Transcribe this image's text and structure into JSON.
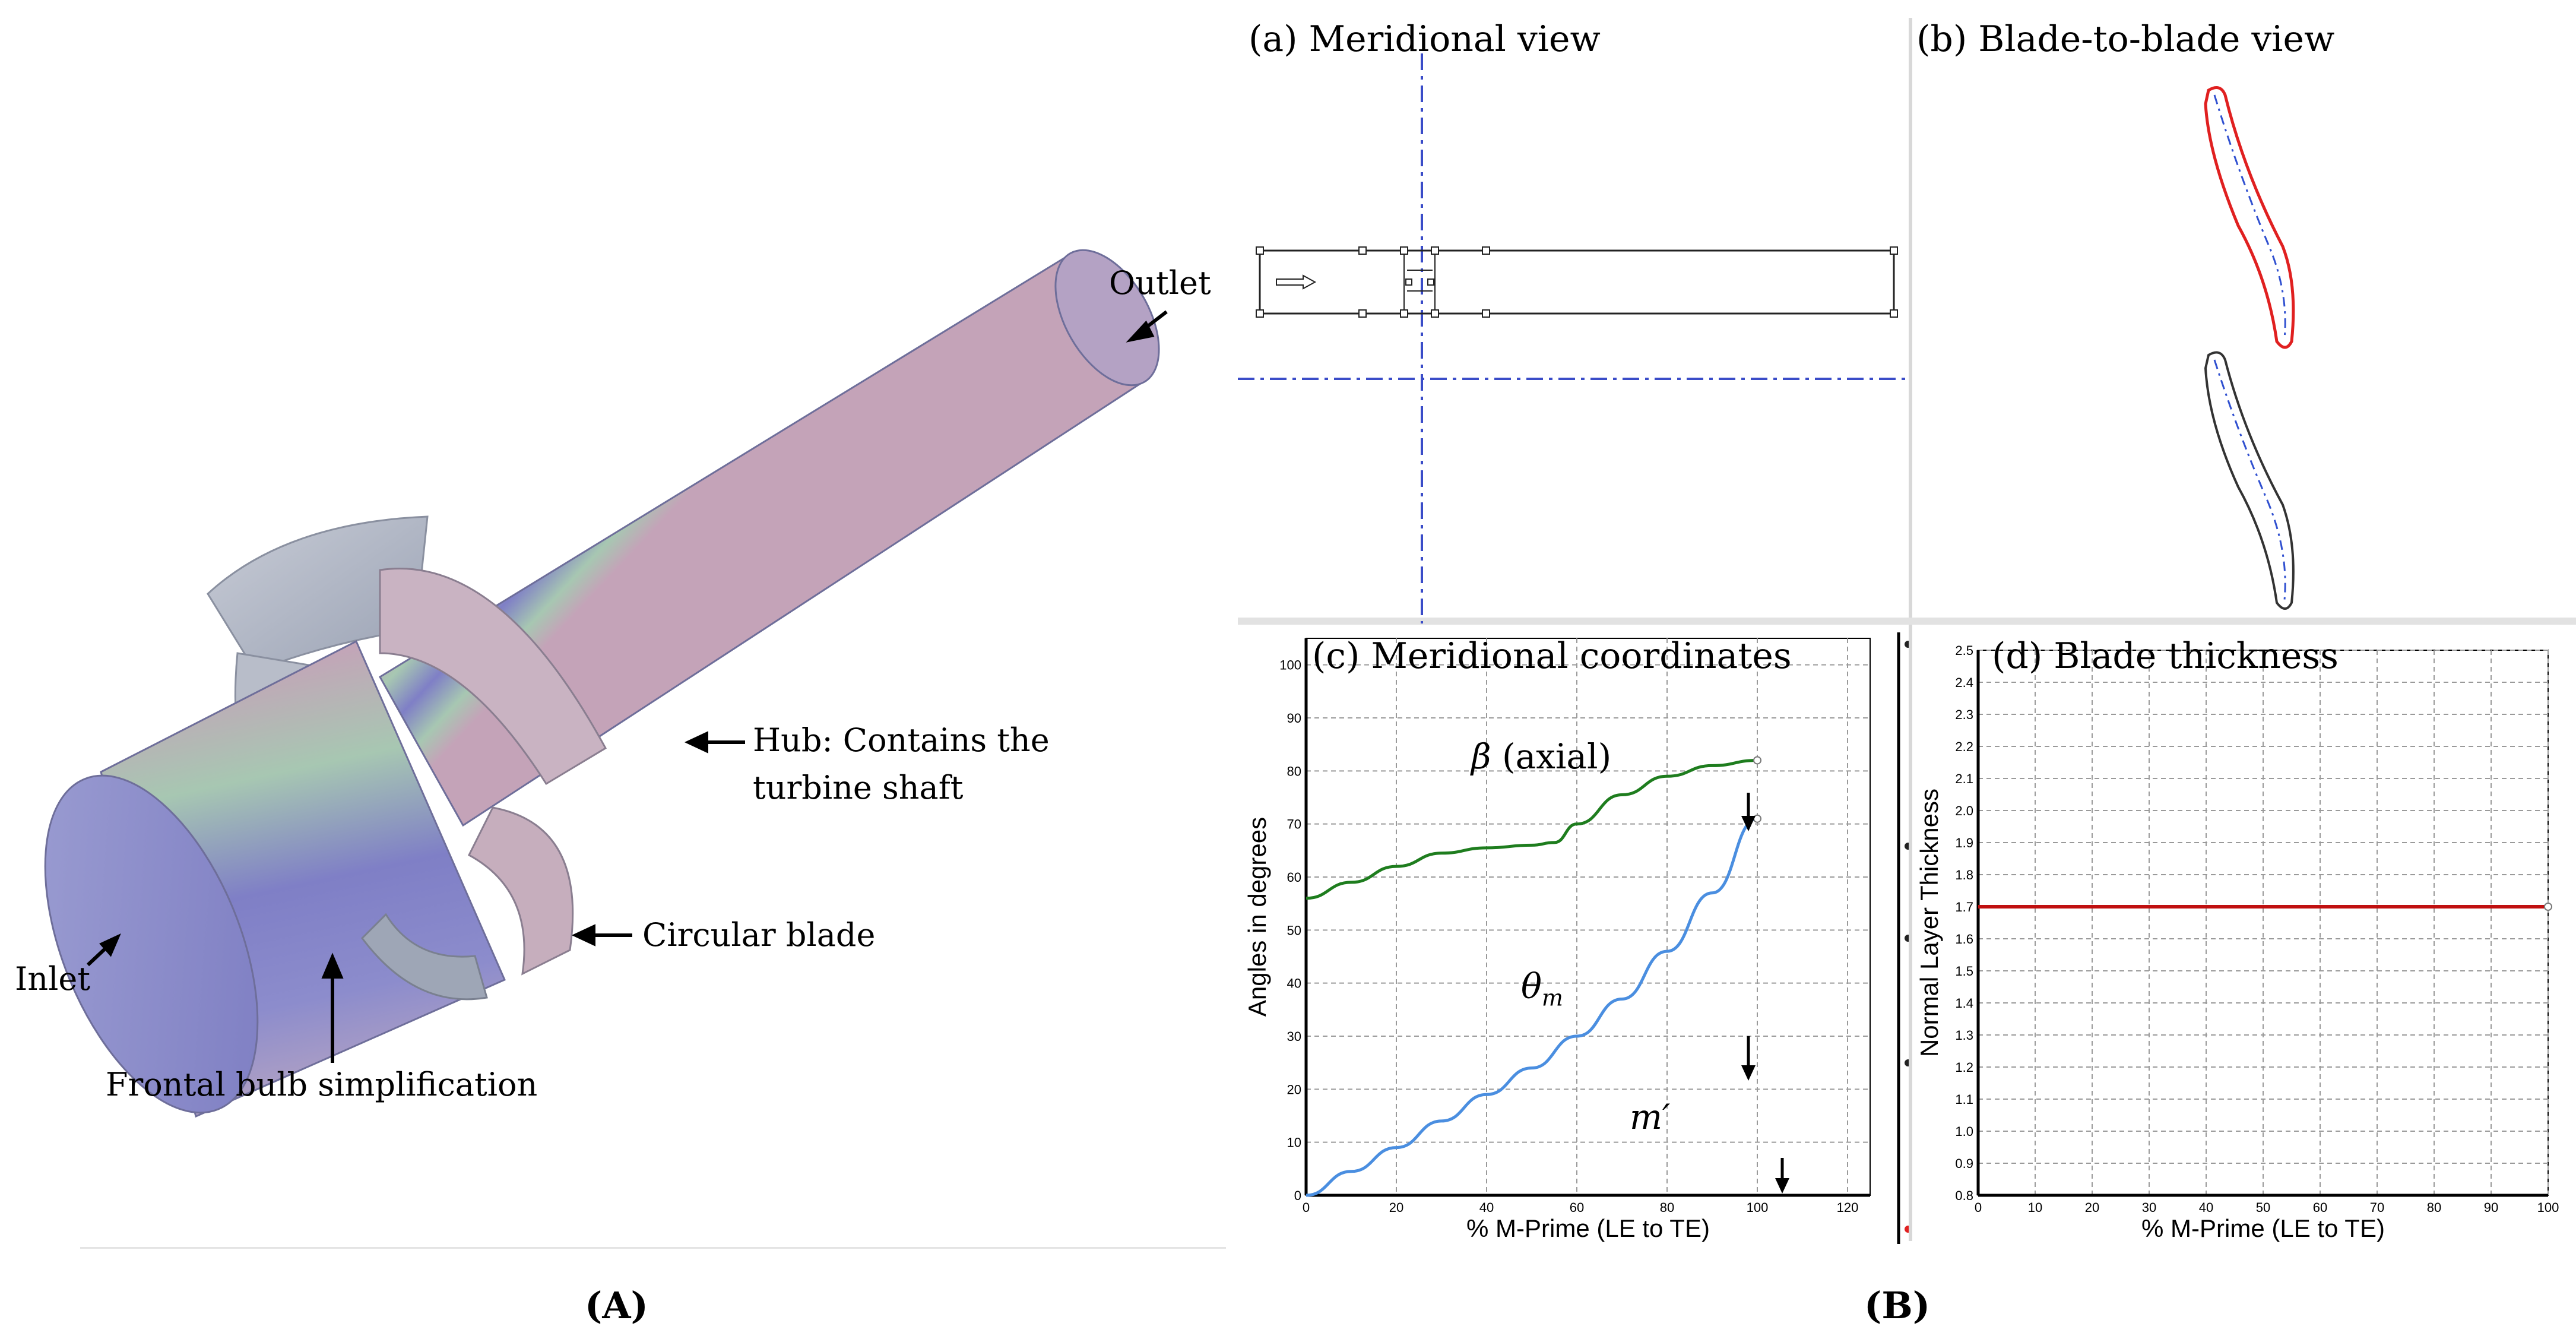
{
  "panel_a": {
    "label": "(A)",
    "callouts": {
      "outlet": "Outlet",
      "hub_line1": "Hub: Contains the",
      "hub_line2": "turbine shaft",
      "circular_blade": "Circular blade",
      "inlet": "Inlet",
      "bulb": "Frontal bulb simplification"
    },
    "colors": {
      "shaft_mid": "#7f7fc6",
      "shaft_pink": "#c4a3b8",
      "shaft_green": "#a7c7b2",
      "blade": "#aeb4c2"
    }
  },
  "panel_b": {
    "label": "(B)",
    "meridional_view": {
      "title": "(a) Meridional view"
    },
    "blade_to_blade": {
      "title": "(b) Blade-to-blade view",
      "colors": {
        "blade_top": "#e02020",
        "blade_bottom": "#333333",
        "camber": "#3050d0"
      }
    },
    "meridional_coords": {
      "title": "(c) Meridional coordinates",
      "annotations": {
        "beta": "β",
        "beta_rest": "(axial)",
        "theta": "θ",
        "theta_sub": "m",
        "mprime": "m′"
      }
    },
    "blade_thickness": {
      "title": "(d) Blade thickness"
    }
  },
  "chart_data": [
    {
      "type": "line",
      "title": "(c) Meridional coordinates",
      "xlabel": "% M-Prime (LE to TE)",
      "ylabel": "Angles in degrees",
      "xlim": [
        0,
        125
      ],
      "ylim": [
        0,
        105
      ],
      "xticks": [
        0,
        20,
        40,
        60,
        80,
        100,
        120
      ],
      "yticks": [
        0,
        10,
        20,
        30,
        40,
        50,
        60,
        70,
        80,
        90,
        100
      ],
      "grid": true,
      "series": [
        {
          "name": "β (axial)",
          "color": "#1e7d1e",
          "x": [
            0,
            10,
            20,
            30,
            40,
            50,
            55,
            60,
            70,
            80,
            90,
            100
          ],
          "y": [
            56,
            59,
            62,
            64.5,
            65.5,
            66,
            66.5,
            70,
            75.5,
            79,
            81,
            82
          ]
        },
        {
          "name": "θm",
          "color": "#4a8ee0",
          "x": [
            0,
            10,
            20,
            30,
            40,
            50,
            60,
            70,
            80,
            90,
            100
          ],
          "y": [
            0,
            4.5,
            9,
            14,
            19,
            24,
            30,
            37,
            46,
            57,
            71
          ]
        }
      ]
    },
    {
      "type": "line",
      "title": "(d) Blade thickness",
      "xlabel": "% M-Prime (LE to TE)",
      "ylabel": "Normal Layer Thickness",
      "xlim": [
        0,
        100
      ],
      "ylim": [
        0.8,
        2.5
      ],
      "xticks": [
        0,
        10,
        20,
        30,
        40,
        50,
        60,
        70,
        80,
        90,
        100
      ],
      "yticks": [
        0.8,
        0.9,
        1.0,
        1.1,
        1.2,
        1.3,
        1.4,
        1.5,
        1.6,
        1.7,
        1.8,
        1.9,
        2.0,
        2.1,
        2.2,
        2.3,
        2.4,
        2.5
      ],
      "grid": true,
      "series": [
        {
          "name": "",
          "color": "#c01010",
          "x": [
            0,
            100
          ],
          "y": [
            1.7,
            1.7
          ]
        }
      ]
    }
  ]
}
